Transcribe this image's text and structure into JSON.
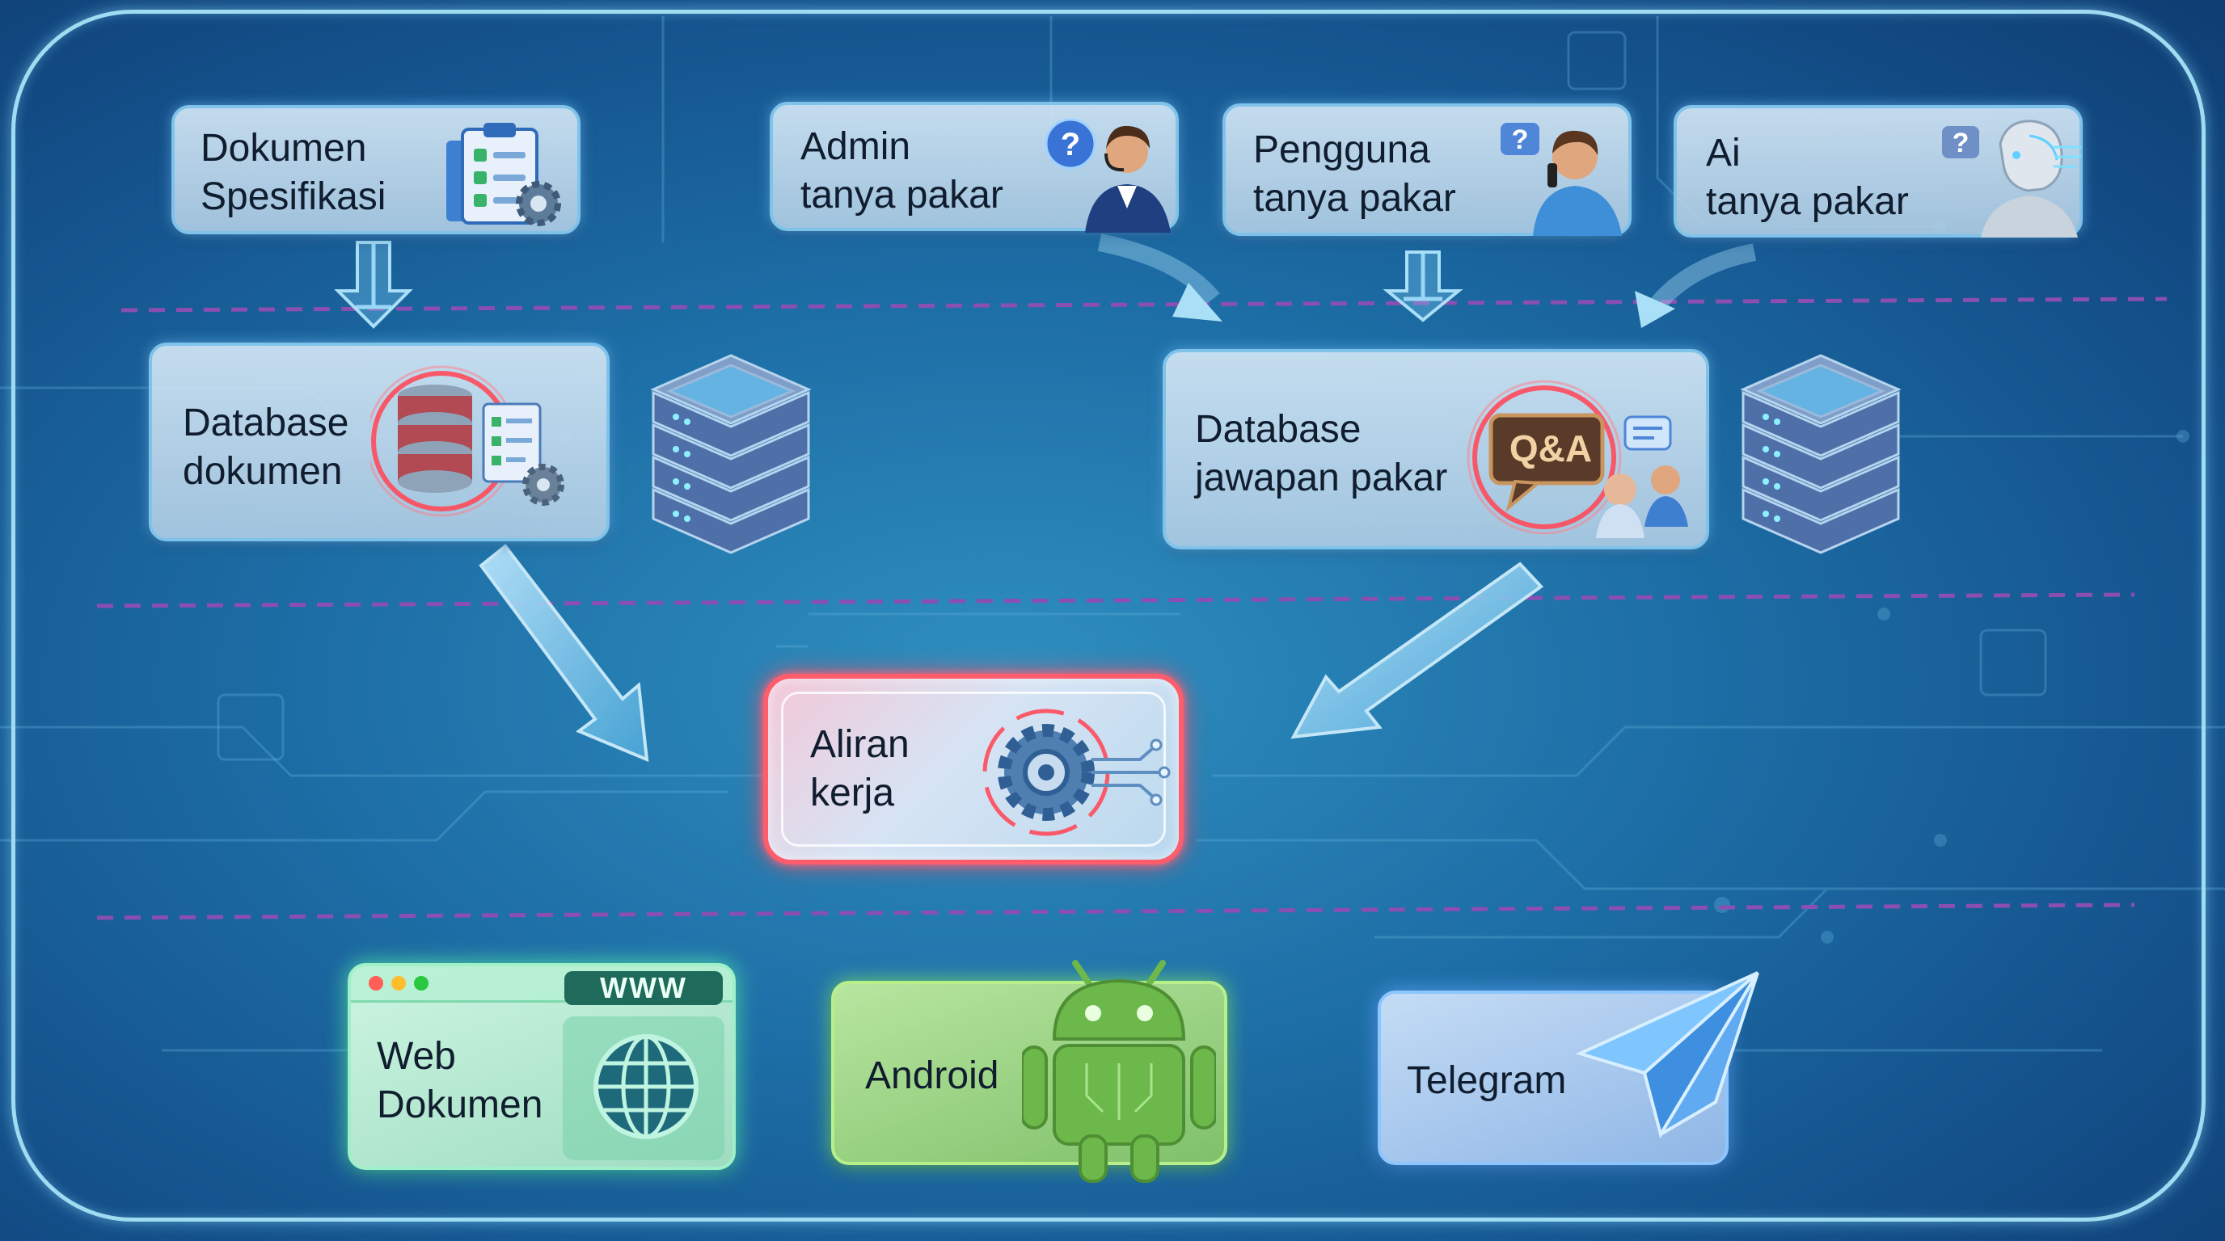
{
  "top_row": {
    "doc_spec": {
      "line1": "Dokumen",
      "line2": "Spesifikasi"
    },
    "admin": {
      "line1": "Admin",
      "line2": "tanya pakar"
    },
    "user": {
      "line1": "Pengguna",
      "line2": "tanya pakar"
    },
    "ai": {
      "line1": "Ai",
      "line2": "tanya pakar"
    }
  },
  "databases": {
    "doc_db": {
      "line1": "Database",
      "line2": "dokumen"
    },
    "expert_db": {
      "line1": "Database",
      "line2": "jawapan pakar",
      "badge": "Q&A"
    }
  },
  "workflow": {
    "line1": "Aliran",
    "line2": "kerja"
  },
  "outputs": {
    "web": {
      "line1": "Web",
      "line2": "Dokumen",
      "badge": "WWW"
    },
    "android": {
      "label": "Android"
    },
    "telegram": {
      "label": "Telegram"
    }
  },
  "icons": [
    "clipboard-checklist-icon",
    "support-agent-icon",
    "question-bubble-icon",
    "user-phone-icon",
    "robot-icon",
    "database-icon",
    "server-rack-icon",
    "qa-chat-icon",
    "gear-circuit-icon",
    "globe-icon",
    "android-robot-icon",
    "paper-plane-icon"
  ],
  "colors": {
    "accent_cyan": "#7fc3ea",
    "glow_red": "#ff4a5a",
    "divider_purple": "#8a4fb0",
    "web_green": "#39c98a",
    "android_green": "#6cb84a",
    "telegram_blue": "#3e8fe0"
  }
}
